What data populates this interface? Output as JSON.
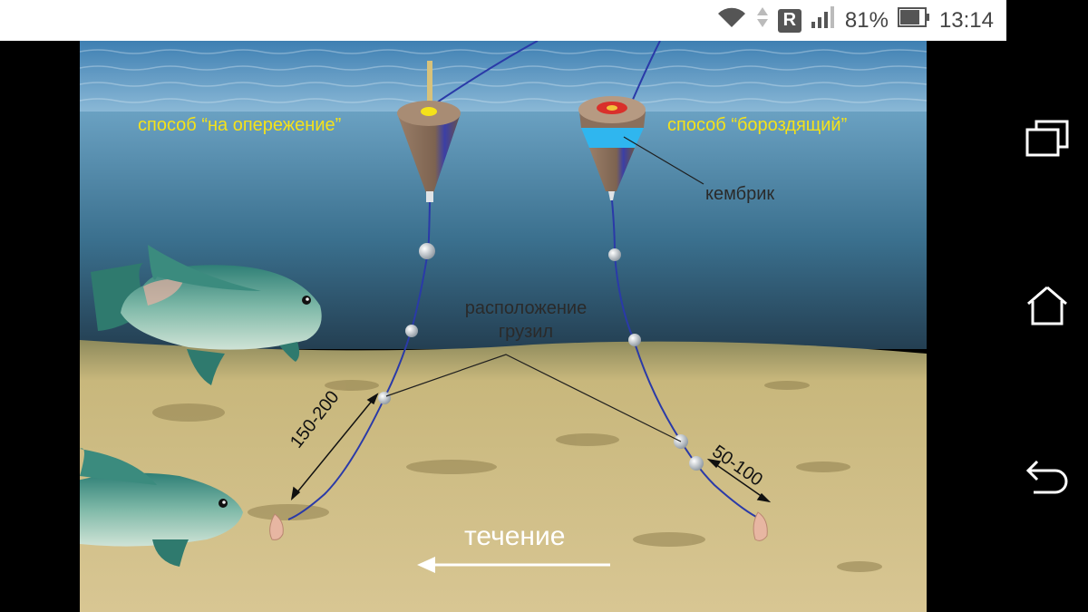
{
  "status_bar": {
    "battery_percent": "81%",
    "time": "13:14",
    "roaming_badge": "R",
    "icons": [
      "wifi-icon",
      "data-arrows-icon",
      "signal-icon",
      "battery-icon"
    ]
  },
  "nav_bar": {
    "buttons": [
      "recent-apps-icon",
      "home-icon",
      "back-icon"
    ]
  },
  "diagram": {
    "label_left_method": "способ “на опережение”",
    "label_right_method": "способ “бороздящий”",
    "label_cambric": "кембрик",
    "label_weights_line1": "расположение",
    "label_weights_line2": "грузил",
    "label_left_distance": "150-200",
    "label_right_distance": "50-100",
    "label_current": "течение"
  },
  "colors": {
    "label_yellow": "#f5e21a",
    "water_top": "#5b95b8",
    "water_bottom": "#2c5e7c",
    "sand": "#c9b57a",
    "float_body": "#8a6f5c",
    "cambric_blue": "#2fb6ef",
    "line_blue": "#2a3aa8"
  }
}
